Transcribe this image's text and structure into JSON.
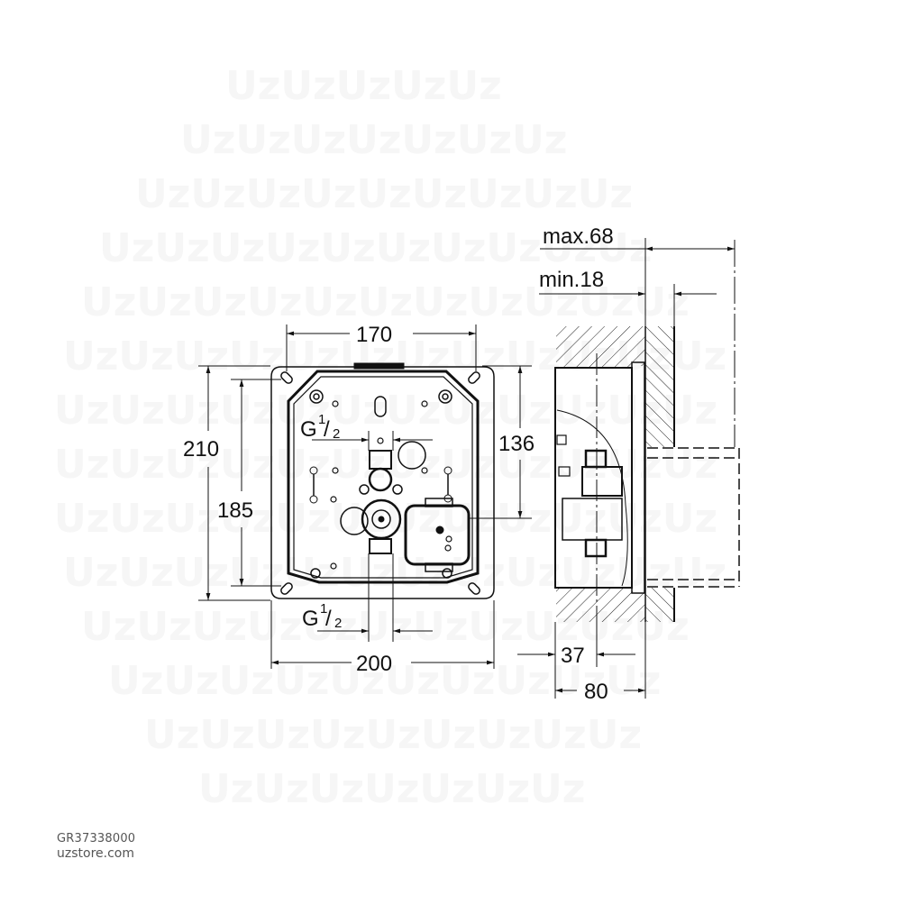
{
  "drawing": {
    "front_view": {
      "dimensions": {
        "width_outer": "200",
        "width_holes": "170",
        "height_outer": "210",
        "height_holes": "185",
        "height_inner": "136"
      },
      "connection_top": {
        "base": "G",
        "num": "1",
        "den": "2"
      },
      "connection_bottom": {
        "base": "G",
        "num": "1",
        "den": "2"
      }
    },
    "side_view": {
      "dimensions": {
        "max_depth": "max.68",
        "min_depth": "min.18",
        "body_depth": "37",
        "total_depth": "80"
      }
    }
  },
  "footer": {
    "product_code": "GR37338000",
    "website": "uzstore.com"
  },
  "watermark": {
    "text": "UzUzUzUzUzUzUzUzUz"
  },
  "colors": {
    "line": "#111111",
    "background": "#ffffff",
    "footer_text": "#555555",
    "watermark": "#f6f6f6"
  }
}
